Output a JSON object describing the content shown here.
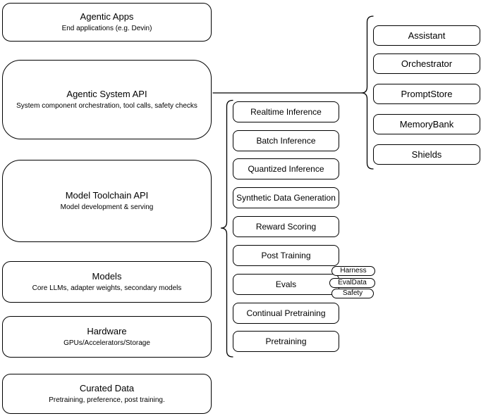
{
  "diagram": {
    "left_column": [
      {
        "title": "Agentic Apps",
        "subtitle": "End applications (e.g. Devin)"
      },
      {
        "title": "Agentic System API",
        "subtitle": "System component orchestration, tool calls, safety checks"
      },
      {
        "title": "Model Toolchain API",
        "subtitle": "Model development & serving"
      },
      {
        "title": "Models",
        "subtitle": "Core LLMs, adapter weights, secondary models"
      },
      {
        "title": "Hardware",
        "subtitle": "GPUs/Accelerators/Storage"
      },
      {
        "title": "Curated Data",
        "subtitle": "Pretraining, preference, post training."
      }
    ],
    "toolchain_items": [
      "Realtime Inference",
      "Batch Inference",
      "Quantized Inference",
      "Synthetic Data Generation",
      "Reward Scoring",
      "Post Training",
      "Evals",
      "Continual Pretraining",
      "Pretraining"
    ],
    "evals_tags": [
      "Harness",
      "EvalData",
      "Safety"
    ],
    "system_components": [
      "Assistant",
      "Orchestrator",
      "PromptStore",
      "MemoryBank",
      "Shields"
    ],
    "colors": {
      "stroke": "#000000",
      "fill": "#ffffff",
      "text": "#000000"
    }
  }
}
